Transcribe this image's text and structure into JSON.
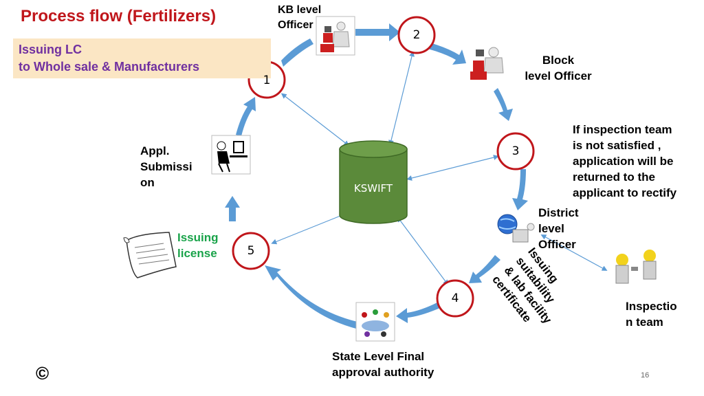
{
  "title": "Process flow (Fertilizers)",
  "issuing_lc": {
    "line1": "Issuing LC",
    "line2": "to  Whole sale  & Manufacturers"
  },
  "center": {
    "label": "KSWIFT"
  },
  "steps": [
    "1",
    "2",
    "3",
    "4",
    "5"
  ],
  "kb_officer": {
    "line1": "KB  level",
    "line2": "Officer"
  },
  "block_officer": {
    "line1": "Block",
    "line2": "level Officer"
  },
  "inspection_note": {
    "line1": "If inspection team",
    "line2": "is not satisfied ,",
    "line3": "application will be",
    "line4": "returned to the",
    "line5": "applicant to rectify"
  },
  "district_officer": {
    "line1": "District",
    "line2": "level",
    "line3": "Officer"
  },
  "issuing_cert": {
    "line1": "Issuing",
    "line2": "suitability",
    "line3": "& lab facility",
    "line4": "certificate"
  },
  "inspection_team": {
    "line1": "Inspectio",
    "line2": "n team"
  },
  "state_authority": {
    "line1": "State Level  Final",
    "line2": "approval authority"
  },
  "issuing_license": {
    "line1": "Issuing",
    "line2": "license"
  },
  "application": {
    "line1": "Appl.",
    "line2": "Submissi",
    "line3": "on"
  },
  "copyright": "©",
  "page_number": "16",
  "colors": {
    "title": "#c0161b",
    "lc_text": "#7030a0",
    "lc_box": "#fbe6c4",
    "flow_arrow": "#5b9bd5",
    "cylinder": "#5b8a3a",
    "step_border": "#c0161b",
    "license_text": "#1aa34a"
  }
}
